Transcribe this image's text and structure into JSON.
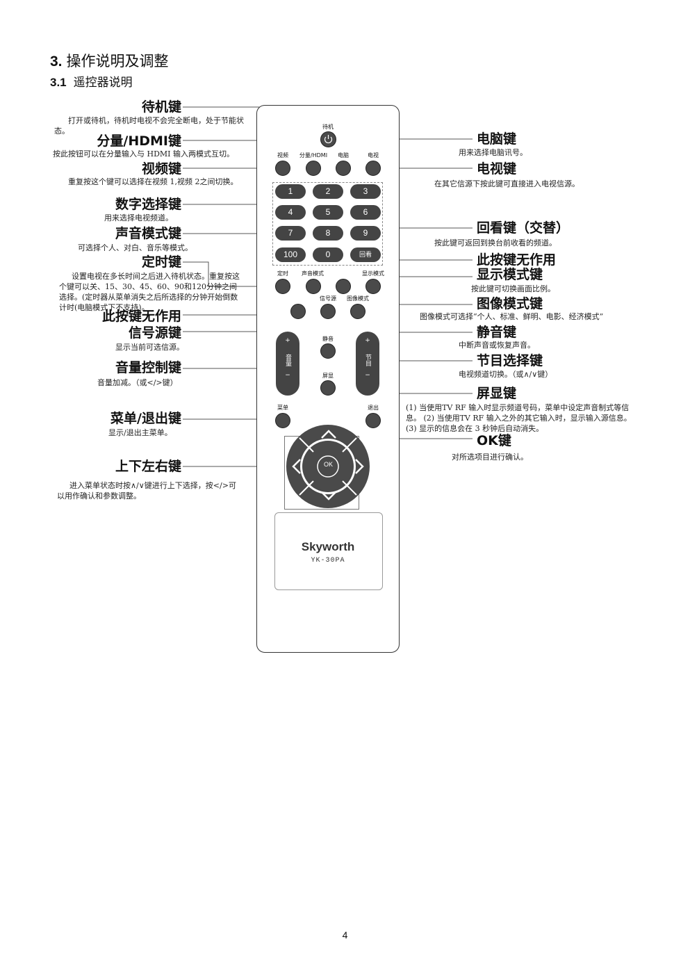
{
  "heading": {
    "num": "3.",
    "text": "操作说明及调整"
  },
  "subheading": {
    "num": "3.1",
    "text": "遥控器说明"
  },
  "remote": {
    "standby_label": "待机",
    "top_row_labels": [
      "视频",
      "分量/HDMI",
      "电脑",
      "电视"
    ],
    "numpad": [
      "1",
      "2",
      "3",
      "4",
      "5",
      "6",
      "7",
      "8",
      "9",
      "100",
      "0",
      "回看"
    ],
    "mid_labels": {
      "timer": "定时",
      "sound_mode": "声音模式",
      "display_mode": "显示模式",
      "source": "信号源",
      "picture_mode": "图像模式",
      "mute": "静音",
      "osd": "屏显",
      "menu": "菜单",
      "exit": "退出"
    },
    "volume": {
      "plus": "+",
      "label": "音量",
      "minus": "−"
    },
    "channel": {
      "plus": "+",
      "label": "节目",
      "minus": "−"
    },
    "ok": "OK",
    "brand": "Skyworth",
    "model": "YK-30PA"
  },
  "left": [
    {
      "label": "待机键",
      "desc": "打开或待机，待机时电视不会完全断电，处于节能状态。"
    },
    {
      "label": "分量/HDMI键",
      "desc": "按此按钮可以在分量输入与 HDMI 输入两模式互切。"
    },
    {
      "label": "视频键",
      "desc": "重复按这个键可以选择在视频 1,视频 2之间切换。"
    },
    {
      "label": "数字选择键",
      "desc": "用来选择电视频道。"
    },
    {
      "label": "声音模式键",
      "desc": "可选择个人、对白、音乐等模式。"
    },
    {
      "label": "定时键",
      "desc": "设置电视在多长时间之后进入待机状态。重复按这个键可以关、15、30、45、60、90和120分钟之间选择。(定时器从菜单消失之后所选择的分钟开始倒数计时(电脑模式下不支持)。"
    },
    {
      "label": "此按键无作用",
      "desc": ""
    },
    {
      "label": "信号源键",
      "desc": "显示当前可选信源。"
    },
    {
      "label": "音量控制键",
      "desc": "音量加减。（或</>键）"
    },
    {
      "label": "菜单/退出键",
      "desc": "显示/退出主菜单。"
    },
    {
      "label": "上下左右键",
      "desc": "进入菜单状态时按∧/∨键进行上下选择，按</>可以用作确认和参数调整。"
    }
  ],
  "right": [
    {
      "label": "电脑键",
      "desc": "用来选择电脑讯号。"
    },
    {
      "label": "电视键",
      "desc": "在其它信源下按此键可直接进入电视信源。"
    },
    {
      "label": "回看键（交替）",
      "desc": "按此键可返回到换台前收看的频道。"
    },
    {
      "label": "此按键无作用",
      "desc": ""
    },
    {
      "label": "显示模式键",
      "desc": "按此键可切换画面比例。"
    },
    {
      "label": "图像模式键",
      "desc": "图像模式可选择“个人、标准、鲜明、电影、经济模式”"
    },
    {
      "label": "静音键",
      "desc": "中断声音或恢复声音。"
    },
    {
      "label": "节目选择键",
      "desc": "电视频道切换。（或∧/∨键）"
    },
    {
      "label": "屏显键",
      "desc": "(1) 当使用TV RF 输入时显示频道号码，菜单中设定声音制式等信息。 (2) 当使用TV RF 输入之外的其它输入时，显示输入源信息。(3) 显示的信息会在 3 秒钟后自动消失。"
    },
    {
      "label": "OK键",
      "desc": "对所选项目进行确认。"
    }
  ],
  "page_number": "4"
}
